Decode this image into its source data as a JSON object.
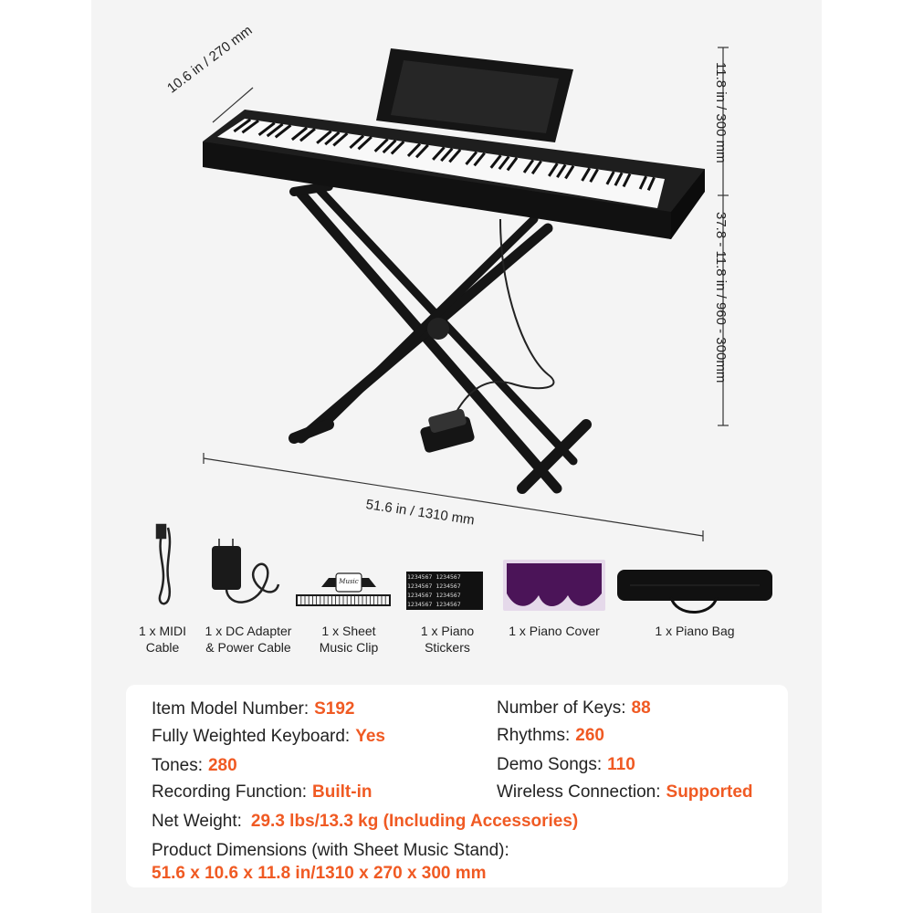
{
  "dimensions": {
    "depth": "10.6 in / 270 mm",
    "stand_height": "11.8 in / 300 mm",
    "height_range": "37.8 - 11.8 in / 960 - 300mm",
    "width": "51.6 in / 1310 mm"
  },
  "accessories": [
    {
      "line1": "1 x MIDI",
      "line2": "Cable"
    },
    {
      "line1": "1 x DC Adapter",
      "line2": "& Power Cable"
    },
    {
      "line1": "1 x Sheet",
      "line2": "Music Clip"
    },
    {
      "line1": "1 x Piano",
      "line2": "Stickers"
    },
    {
      "line1": "1 x Piano Cover",
      "line2": ""
    },
    {
      "line1": "1 x Piano Bag",
      "line2": ""
    }
  ],
  "sticker_text": "1234567",
  "clip_text": "Music",
  "specs": {
    "model_label": "Item Model Number:",
    "model_value": "S192",
    "weighted_label": "Fully Weighted Keyboard:",
    "weighted_value": "Yes",
    "tones_label": "Tones:",
    "tones_value": "280",
    "recording_label": "Recording Function:",
    "recording_value": "Built-in",
    "keys_label": "Number of Keys:",
    "keys_value": "88",
    "rhythms_label": "Rhythms:",
    "rhythms_value": "260",
    "demo_label": "Demo Songs:",
    "demo_value": "110",
    "wireless_label": "Wireless Connection:",
    "wireless_value": "Supported",
    "weight_label": "Net Weight:",
    "weight_value": "29.3 lbs/13.3 kg (Including Accessories)",
    "dims_label": "Product Dimensions (with Sheet Music Stand):",
    "dims_value": "51.6 x 10.6 x 11.8 in/1310 x 270 x 300 mm"
  },
  "colors": {
    "accent": "#f05a23",
    "background": "#f4f4f4",
    "piano": "#1a1a1a",
    "cover": "#4b1458"
  }
}
